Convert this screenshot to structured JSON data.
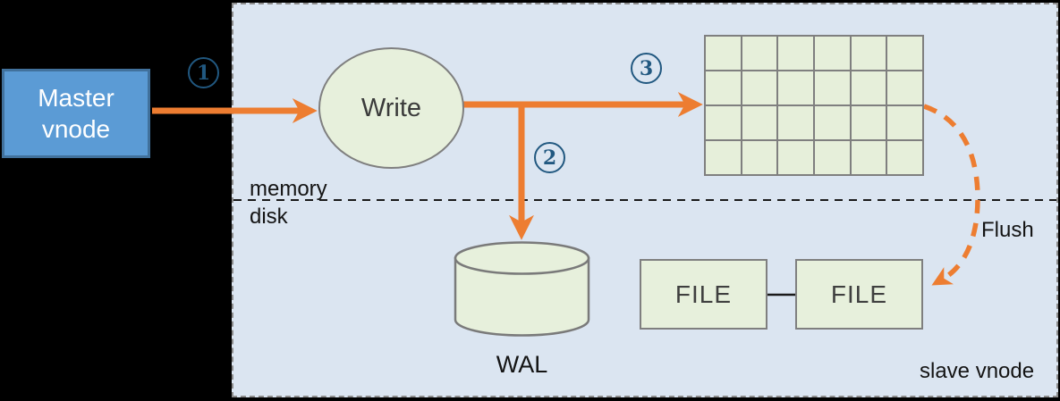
{
  "master_node": {
    "line1": "Master",
    "line2": "vnode"
  },
  "write_node": {
    "label": "Write"
  },
  "steps": [
    {
      "n": "1"
    },
    {
      "n": "2"
    },
    {
      "n": "3"
    }
  ],
  "layer_labels": {
    "memory": "memory",
    "disk": "disk"
  },
  "memtable": {
    "rows": 4,
    "cols": 6
  },
  "wal": {
    "label": "WAL"
  },
  "files": [
    {
      "label": "FILE"
    },
    {
      "label": "FILE"
    }
  ],
  "flush": {
    "label": "Flush"
  },
  "slave_vnode": {
    "label": "slave vnode"
  },
  "colors": {
    "background": "#000000",
    "arrow_orange": "#ed7d31",
    "master_fill": "#5b9bd5",
    "master_border": "#41719c",
    "panel_fill": "#dbe5f1",
    "shape_fill": "#e7f0dc",
    "shape_border": "#7f7f7f",
    "step_badge_blue": "#215880",
    "divider_black": "#1a1a1a"
  }
}
